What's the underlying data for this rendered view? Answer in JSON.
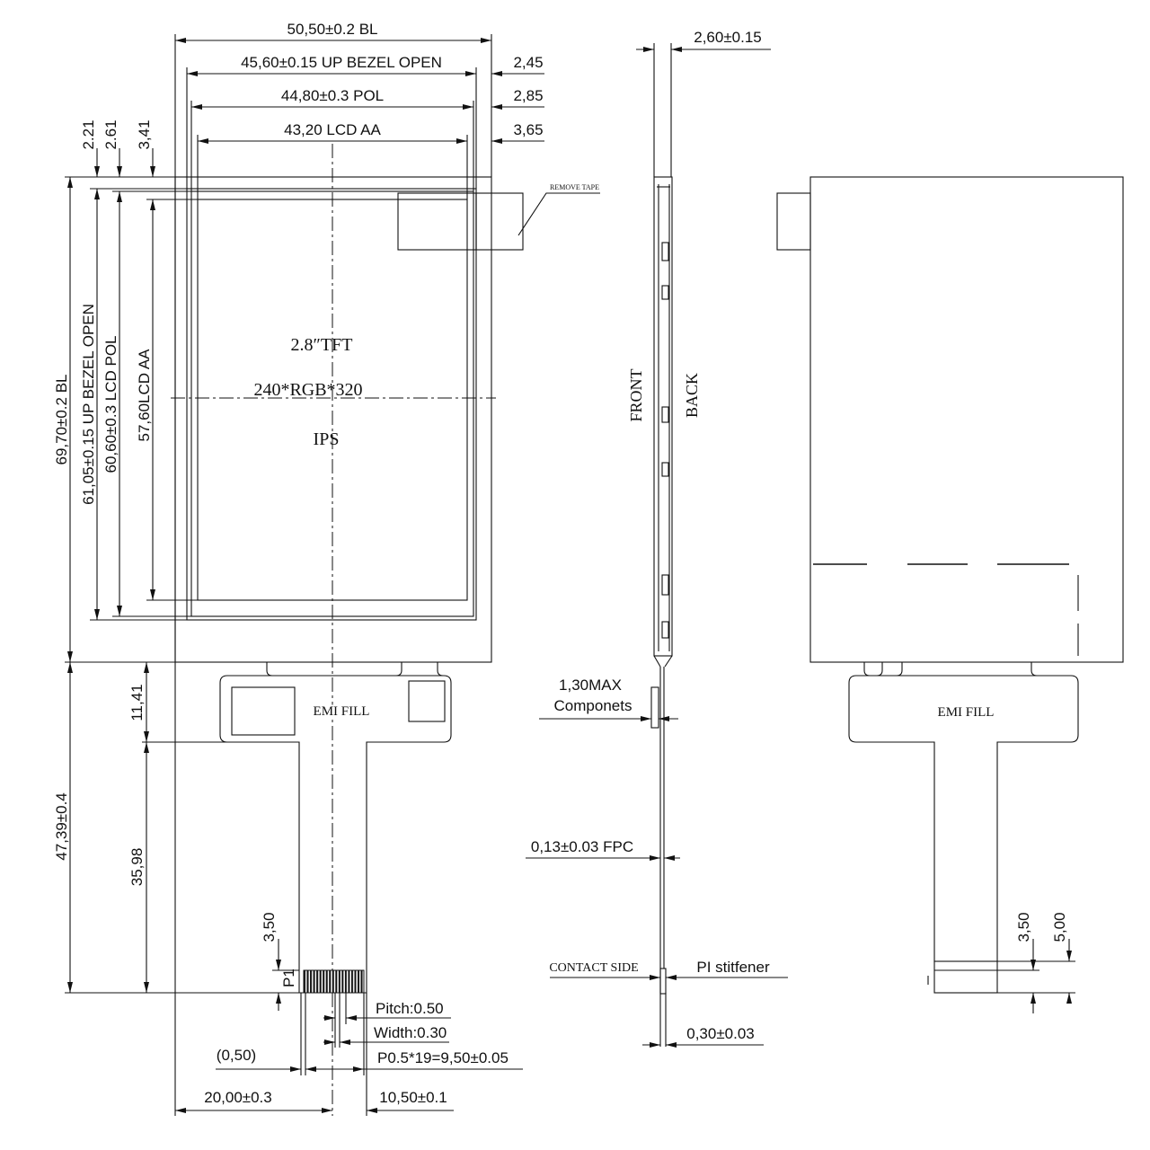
{
  "front_view": {
    "width_dims": {
      "bl": "50,50±0.2 BL",
      "bezel_open": "45,60±0.15 UP BEZEL OPEN",
      "pol": "44,80±0.3 POL",
      "lcd_aa": "43,20 LCD AA"
    },
    "right_offsets": {
      "bezel": "2,45",
      "pol": "2,85",
      "aa": "3,65"
    },
    "top_offsets": {
      "bezel": "2.21",
      "pol": "2.61",
      "aa": "3,41"
    },
    "height_dims": {
      "bl": "69,70±0.2 BL",
      "bezel_open": "61,05±0.15 UP BEZEL OPEN",
      "pol": "60,60±0.3 LCD POL",
      "lcd_aa": "57,60LCD AA"
    },
    "panel_label": {
      "size": "2.8″TFT",
      "resolution": "240*RGB*320",
      "type": "IPS"
    },
    "remove_tape": "REMOVE TAPE",
    "emi_fill": "EMI FILL",
    "pin1": "P1",
    "fpc_dims": {
      "tab_height": "11,41",
      "total_length": "47,39±0.4",
      "tail_length": "35,98",
      "stiffener": "3,50"
    },
    "pin_dims": {
      "pitch": "Pitch:0.50",
      "width": "Width:0.30",
      "span": "P0.5*19=9,50±0.05",
      "edge": "(0,50)",
      "left_offset": "20,00±0.3",
      "right_offset": "10,50±0.1"
    }
  },
  "side_view": {
    "thickness": "2,60±0.15",
    "front": "FRONT",
    "back": "BACK",
    "components_max": "1,30MAX",
    "components": "Componets",
    "fpc_thickness": "0,13±0.03 FPC",
    "contact_side": "CONTACT SIDE",
    "stiffener": "PI stitfener",
    "stiffener_thickness": "0,30±0.03"
  },
  "back_view": {
    "emi_fill": "EMI FILL",
    "dims": {
      "stiffener": "3,50",
      "contact_length": "5,00"
    }
  }
}
